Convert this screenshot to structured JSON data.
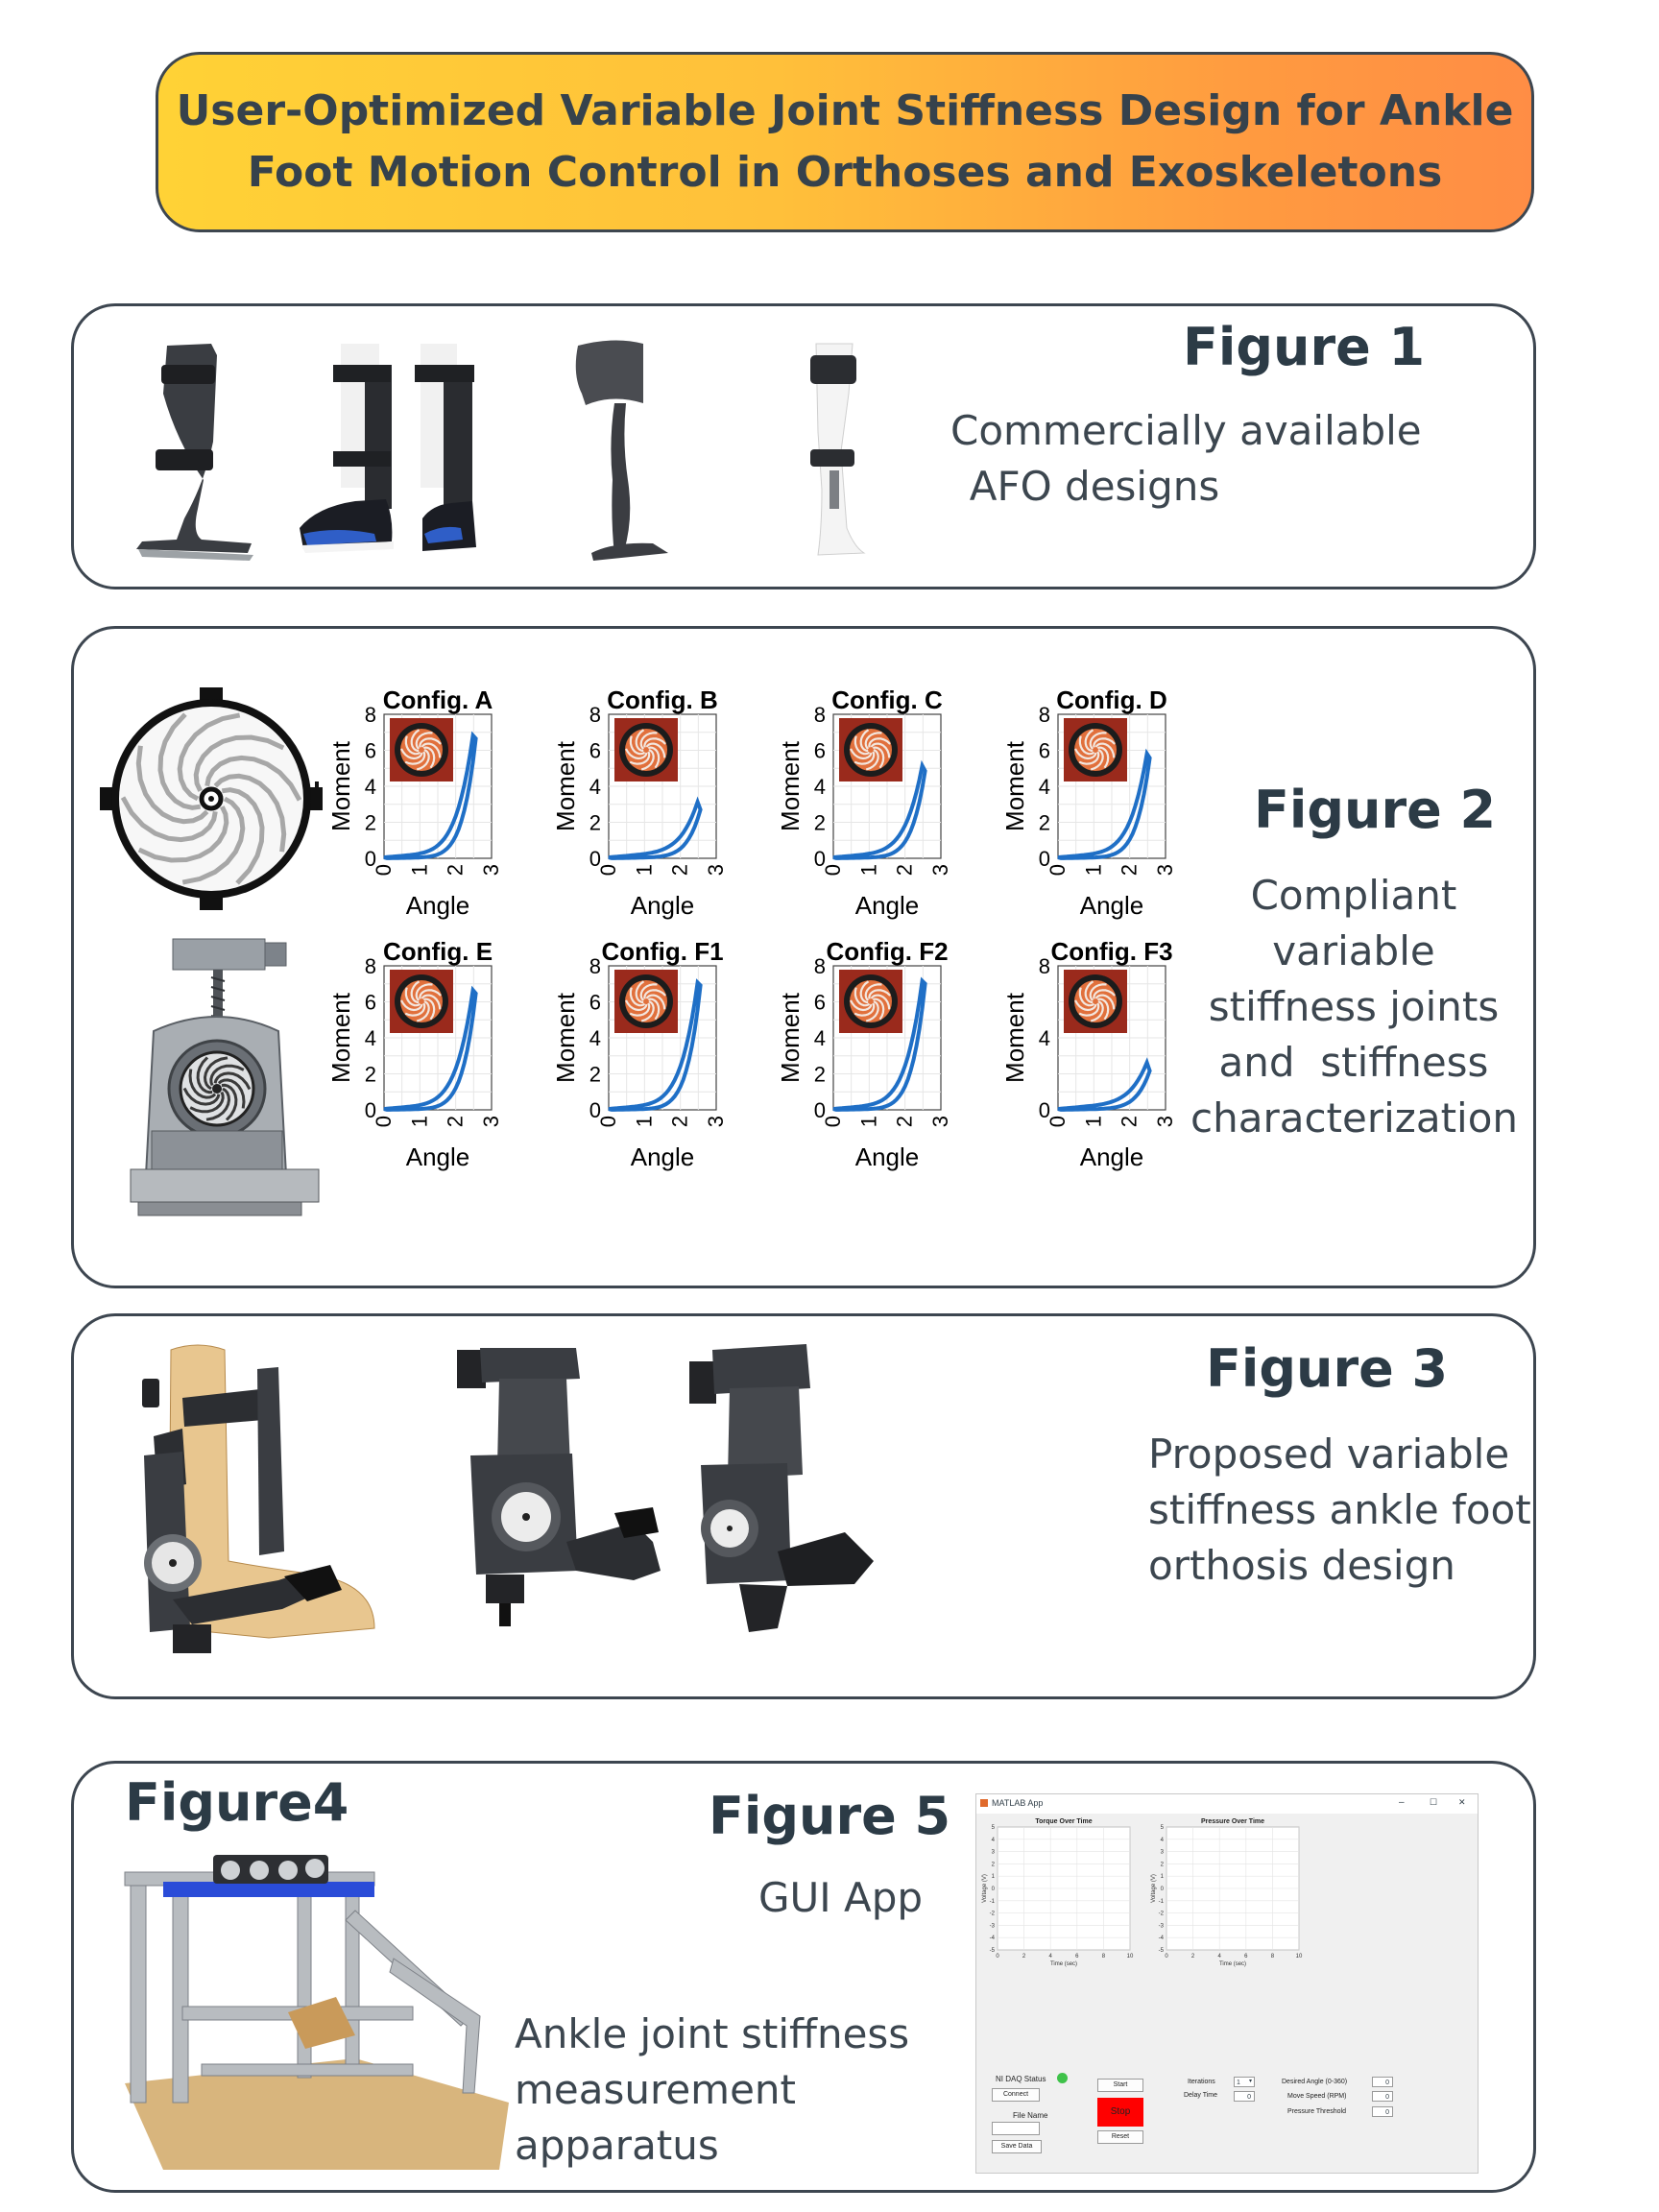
{
  "title": "User-Optimized Variable Joint Stiffness Design for Ankle Foot Motion Control in Orthoses and Exoskeletons",
  "figure1": {
    "heading": "Figure 1",
    "line1": "Commercially available",
    "line2": "AFO designs"
  },
  "figure2": {
    "heading": "Figure 2",
    "lines": [
      "Compliant",
      "variable",
      "stiffness joints",
      "and  stiffness",
      "characterization"
    ],
    "plots": [
      {
        "title": "Config. A",
        "xlabel": "Angle",
        "ylabel": "Moment",
        "xticks": [
          "0",
          "1",
          "2",
          "3"
        ],
        "yticks": [
          "0",
          "2",
          "4",
          "6",
          "8"
        ],
        "peak": 7.6
      },
      {
        "title": "Config. B",
        "xlabel": "Angle",
        "ylabel": "Moment",
        "xticks": [
          "0",
          "1",
          "2",
          "3"
        ],
        "yticks": [
          "0",
          "2",
          "4",
          "6",
          "8"
        ],
        "peak": 3.2
      },
      {
        "title": "Config. C",
        "xlabel": "Angle",
        "ylabel": "Moment",
        "xticks": [
          "0",
          "1",
          "2",
          "3"
        ],
        "yticks": [
          "0",
          "2",
          "4",
          "6",
          "8"
        ],
        "peak": 5.6
      },
      {
        "title": "Config. D",
        "xlabel": "Angle",
        "ylabel": "Moment",
        "xticks": [
          "0",
          "1",
          "2",
          "3"
        ],
        "yticks": [
          "0",
          "2",
          "4",
          "6",
          "8"
        ],
        "peak": 6.4
      },
      {
        "title": "Config. E",
        "xlabel": "Angle",
        "ylabel": "Moment",
        "xticks": [
          "0",
          "1",
          "2",
          "3"
        ],
        "yticks": [
          "0",
          "2",
          "4",
          "6",
          "8"
        ],
        "peak": 7.4
      },
      {
        "title": "Config. F1",
        "xlabel": "Angle",
        "ylabel": "Moment",
        "xticks": [
          "0",
          "1",
          "2",
          "3"
        ],
        "yticks": [
          "0",
          "2",
          "4",
          "6",
          "8"
        ],
        "peak": 7.9
      },
      {
        "title": "Config. F2",
        "xlabel": "Angle",
        "ylabel": "Moment",
        "xticks": [
          "0",
          "1",
          "2",
          "3"
        ],
        "yticks": [
          "0",
          "2",
          "4",
          "6",
          "8"
        ],
        "peak": 8.0
      },
      {
        "title": "Config. F3",
        "xlabel": "Angle",
        "ylabel": "Moment",
        "xticks": [
          "0",
          "1",
          "2",
          "3"
        ],
        "yticks": [
          "0",
          "4",
          "8"
        ],
        "peak": 2.6
      }
    ]
  },
  "figure3": {
    "heading": "Figure 3",
    "lines": [
      "Proposed variable",
      "stiffness ankle foot",
      "orthosis design"
    ]
  },
  "figure4": {
    "heading": "Figure4",
    "lines": [
      "Ankle joint stiffness",
      "measurement",
      "apparatus"
    ]
  },
  "figure5": {
    "heading": "Figure 5",
    "desc": "GUI App"
  },
  "gui": {
    "window_title": "MATLAB App",
    "controls": {
      "minimize": "–",
      "maximize": "☐",
      "close": "✕"
    },
    "chart1_title": "Torque Over Time",
    "chart2_title": "Pressure Over Time",
    "xlabel": "Time (sec)",
    "ylabel": "Voltage (V)",
    "xticks": [
      "0",
      "2",
      "4",
      "6",
      "8",
      "10"
    ],
    "yticks": [
      "5",
      "4",
      "3",
      "2",
      "1",
      "0",
      "-1",
      "-2",
      "-3",
      "-4",
      "-5"
    ],
    "daq_status_label": "NI DAQ Status",
    "status_color": "#3fc24a",
    "connect": "Connect",
    "file_name_label": "File Name",
    "save_data": "Save Data",
    "start": "Start",
    "stop": "Stop",
    "stop_color": "#ff0000",
    "reset": "Reset",
    "iterations_label": "Iterations",
    "iterations_value": "1",
    "delay_time_label": "Delay Time",
    "delay_time_value": "0",
    "desired_angle_label": "Desired Angle (0-360)",
    "desired_angle_value": "0",
    "move_speed_label": "Move Speed (RPM)",
    "move_speed_value": "0",
    "pressure_threshold_label": "Pressure Threshold",
    "pressure_threshold_value": "0"
  }
}
